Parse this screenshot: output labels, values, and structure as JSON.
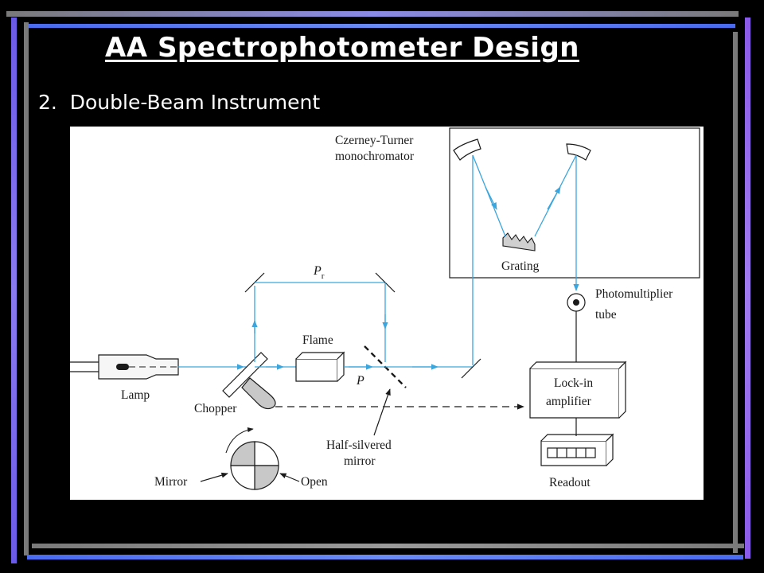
{
  "slide": {
    "title": "AA Spectrophotometer Design",
    "subtitle_number": "2.",
    "subtitle_text": "Double-Beam Instrument"
  },
  "diagram": {
    "labels": {
      "monochromator_line1": "Czerney-Turner",
      "monochromator_line2": "monochromator",
      "grating": "Grating",
      "pmt_line1": "Photomultiplier",
      "pmt_line2": "tube",
      "ref_beam": "P",
      "ref_beam_sub": "r",
      "sample_beam": "P",
      "flame": "Flame",
      "lamp": "Lamp",
      "chopper": "Chopper",
      "half_silvered_line1": "Half-silvered",
      "half_silvered_line2": "mirror",
      "lockin_line1": "Lock-in",
      "lockin_line2": "amplifier",
      "readout": "Readout",
      "mirror": "Mirror",
      "open": "Open"
    },
    "colors": {
      "beam": "#3aa6dd",
      "line": "#1a1a1a",
      "shade": "#c8c8c8"
    }
  }
}
